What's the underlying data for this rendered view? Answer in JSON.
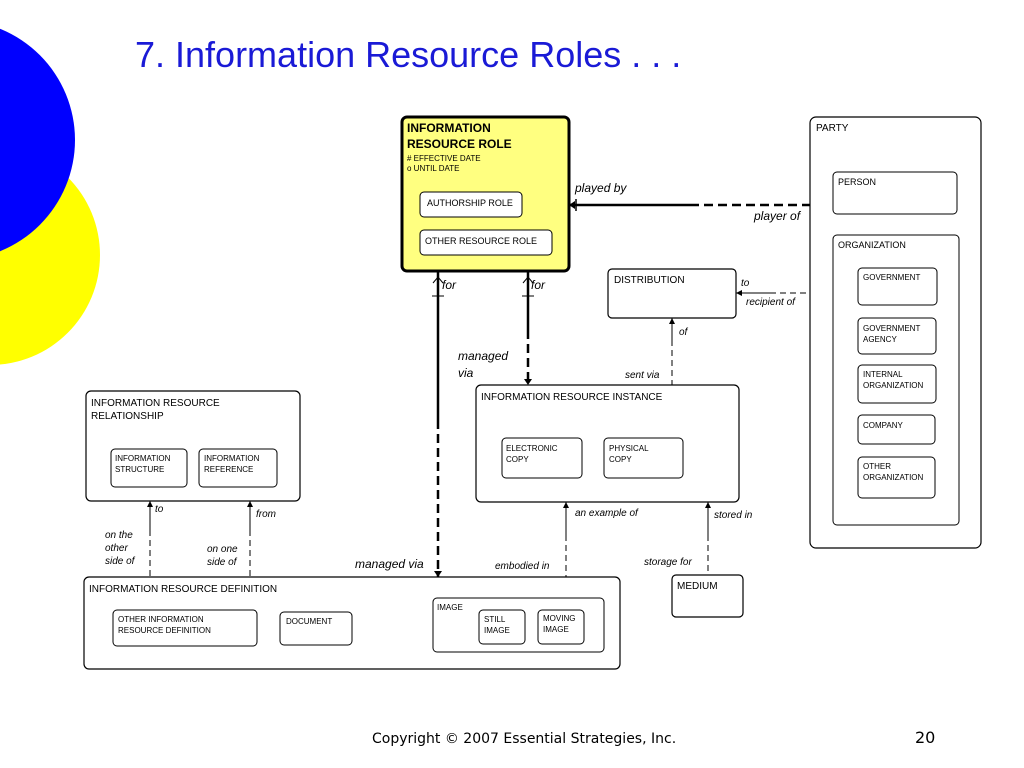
{
  "slide": {
    "title": "7.  Information Resource Roles . . .",
    "footer": "Copyright © 2007 Essential Strategies, Inc.",
    "page_number": "20",
    "accent_colors": {
      "title": "#1a1ad6",
      "circle_blue": "#0000ff",
      "circle_yellow": "#ffff00",
      "role_fill": "#ffff80"
    }
  },
  "entities": {
    "info_resource_role": {
      "name_line1": "INFORMATION",
      "name_line2": "RESOURCE ROLE",
      "attr1": "#  EFFECTIVE DATE",
      "attr2": "o  UNTIL DATE",
      "authorship_role": "AUTHORSHIP ROLE",
      "other_resource_role": "OTHER RESOURCE ROLE"
    },
    "party": {
      "name": "PARTY",
      "person": "PERSON",
      "organization": "ORGANIZATION",
      "government": "GOVERNMENT",
      "gov_agency_line1": "GOVERNMENT",
      "gov_agency_line2": "AGENCY",
      "internal_org_line1": "INTERNAL",
      "internal_org_line2": "ORGANIZATION",
      "company": "COMPANY",
      "other_org_line1": "OTHER",
      "other_org_line2": "ORGANIZATION"
    },
    "distribution": "DISTRIBUTION",
    "info_resource_relationship": {
      "name_line1": "INFORMATION RESOURCE",
      "name_line2": "RELATIONSHIP",
      "structure_line1": "INFORMATION",
      "structure_line2": "STRUCTURE",
      "reference_line1": "INFORMATION",
      "reference_line2": "REFERENCE"
    },
    "info_resource_instance": {
      "name": "INFORMATION RESOURCE INSTANCE",
      "electronic_line1": "ELECTRONIC",
      "electronic_line2": "COPY",
      "physical_line1": "PHYSICAL",
      "physical_line2": "COPY"
    },
    "info_resource_definition": {
      "name": "INFORMATION RESOURCE DEFINITION",
      "other_def_line1": "OTHER INFORMATION",
      "other_def_line2": "RESOURCE DEFINITION",
      "document": "DOCUMENT",
      "image": "IMAGE",
      "still_line1": "STILL",
      "still_line2": "IMAGE",
      "moving_line1": "MOVING",
      "moving_line2": "IMAGE"
    },
    "medium": "MEDIUM"
  },
  "relationships": {
    "played_by": "played by",
    "player_of": "player of",
    "for_left": "for",
    "for_right": "for",
    "to_dist": "to",
    "recipient_of": "recipient of",
    "of": "of",
    "managed_via_top_line1": "managed",
    "managed_via_top_line2": "via",
    "sent_via": "sent via",
    "to_rel": "to",
    "from_rel": "from",
    "on_the_other_side_line1": "on the",
    "on_the_other_side_line2": "other",
    "on_the_other_side_line3": "side of",
    "on_one_side_line1": "on one",
    "on_one_side_line2": "side of",
    "managed_via_bottom": "managed via",
    "embodied_in": "embodied in",
    "an_example_of": "an example of",
    "stored_in": "stored in",
    "storage_for": "storage for"
  }
}
